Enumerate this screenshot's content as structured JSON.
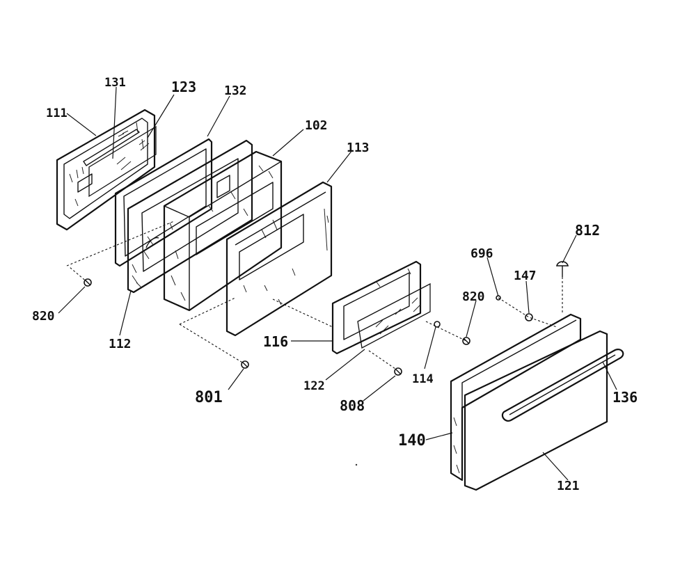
{
  "diagram": {
    "parts": [
      {
        "id": "p111",
        "number": "111"
      },
      {
        "id": "p131",
        "number": "131"
      },
      {
        "id": "p123",
        "number": "123"
      },
      {
        "id": "p132",
        "number": "132"
      },
      {
        "id": "p102",
        "number": "102"
      },
      {
        "id": "p113",
        "number": "113"
      },
      {
        "id": "p820a",
        "number": "820"
      },
      {
        "id": "p112",
        "number": "112"
      },
      {
        "id": "p801",
        "number": "801"
      },
      {
        "id": "p116",
        "number": "116"
      },
      {
        "id": "p122",
        "number": "122"
      },
      {
        "id": "p808",
        "number": "808"
      },
      {
        "id": "p114",
        "number": "114"
      },
      {
        "id": "p820b",
        "number": "820"
      },
      {
        "id": "p696",
        "number": "696"
      },
      {
        "id": "p147",
        "number": "147"
      },
      {
        "id": "p812",
        "number": "812"
      },
      {
        "id": "p136",
        "number": "136"
      },
      {
        "id": "p140",
        "number": "140"
      },
      {
        "id": "p121",
        "number": "121"
      }
    ]
  }
}
